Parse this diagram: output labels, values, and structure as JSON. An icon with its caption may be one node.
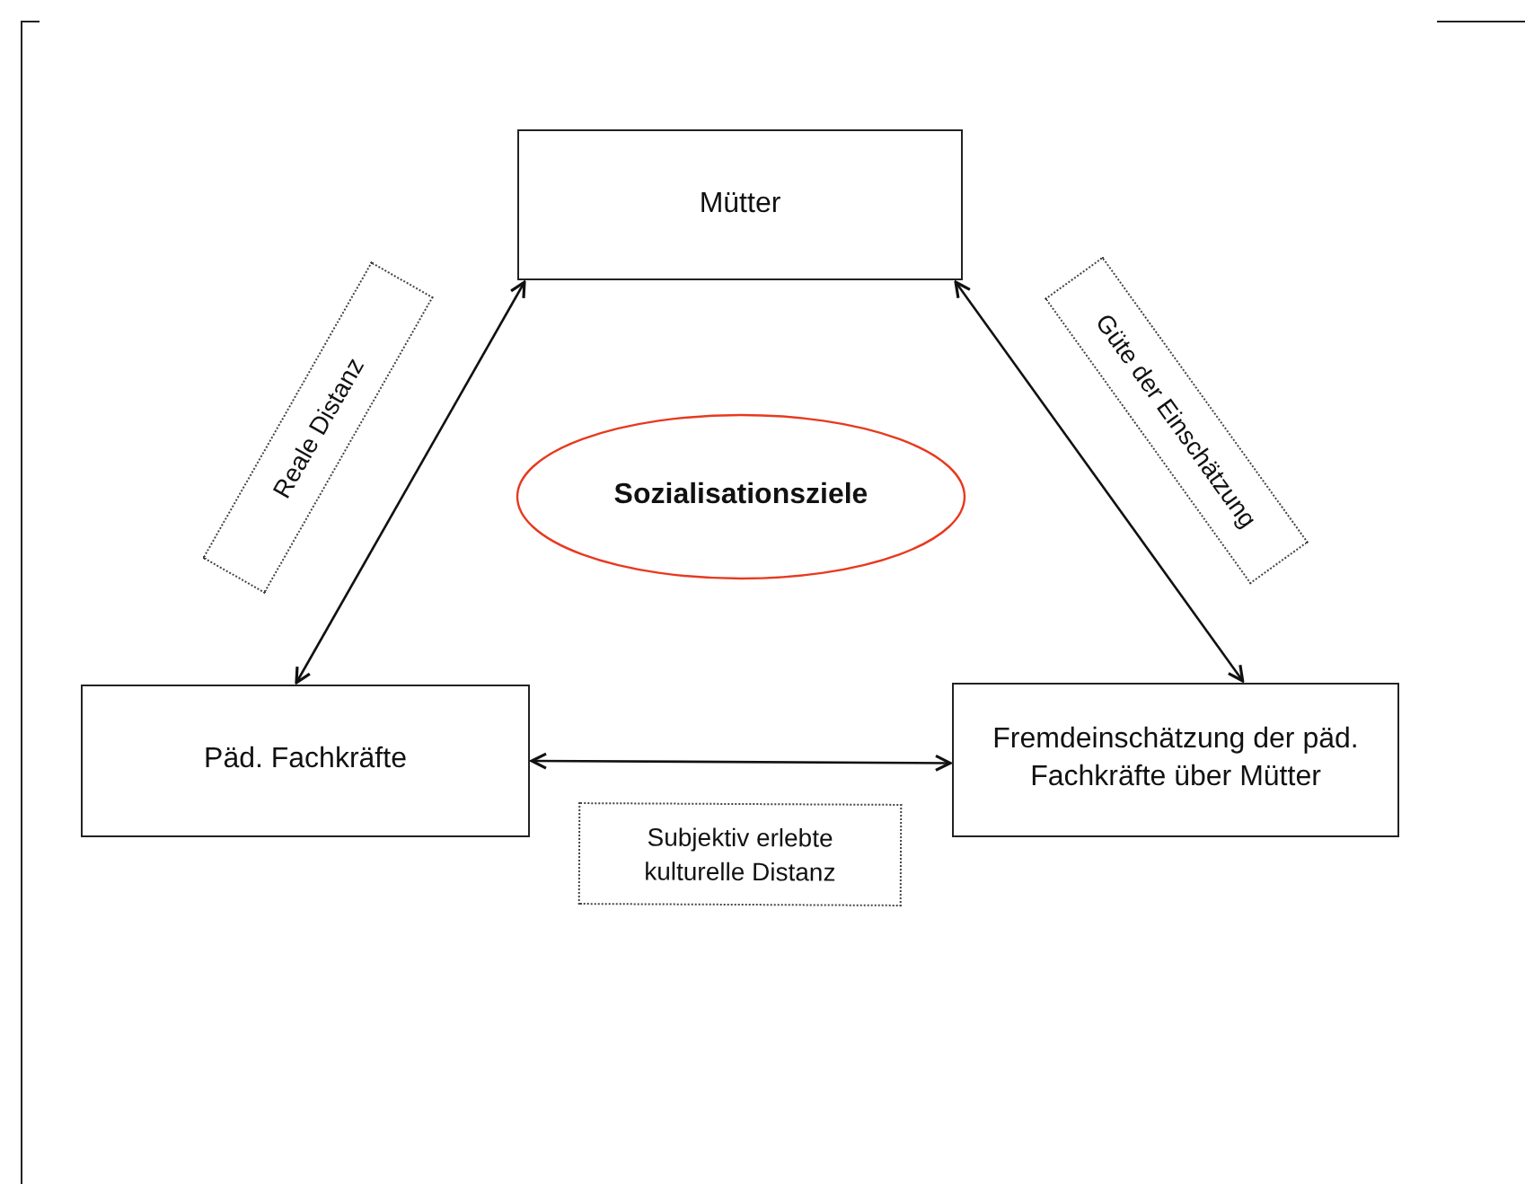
{
  "diagram": {
    "nodes": [
      {
        "text": [
          "Mütter"
        ]
      },
      {
        "text": [
          "Sozialisationsziele"
        ]
      },
      {
        "text": [
          "Päd. Fachkräfte"
        ]
      },
      {
        "text": [
          "Fremdeinschätzung der päd. Fachkräfte über Mütter"
        ]
      }
    ],
    "edges": [
      {
        "from": 0,
        "to": 2,
        "arrow": "both",
        "label": "Reale Distanz"
      },
      {
        "from": 0,
        "to": 3,
        "arrow": "both",
        "label": "Güte der Einschätzung"
      },
      {
        "from": 2,
        "to": 3,
        "arrow": "both",
        "label": "Subjektiv erlebte kulturelle Distanz"
      }
    ]
  }
}
